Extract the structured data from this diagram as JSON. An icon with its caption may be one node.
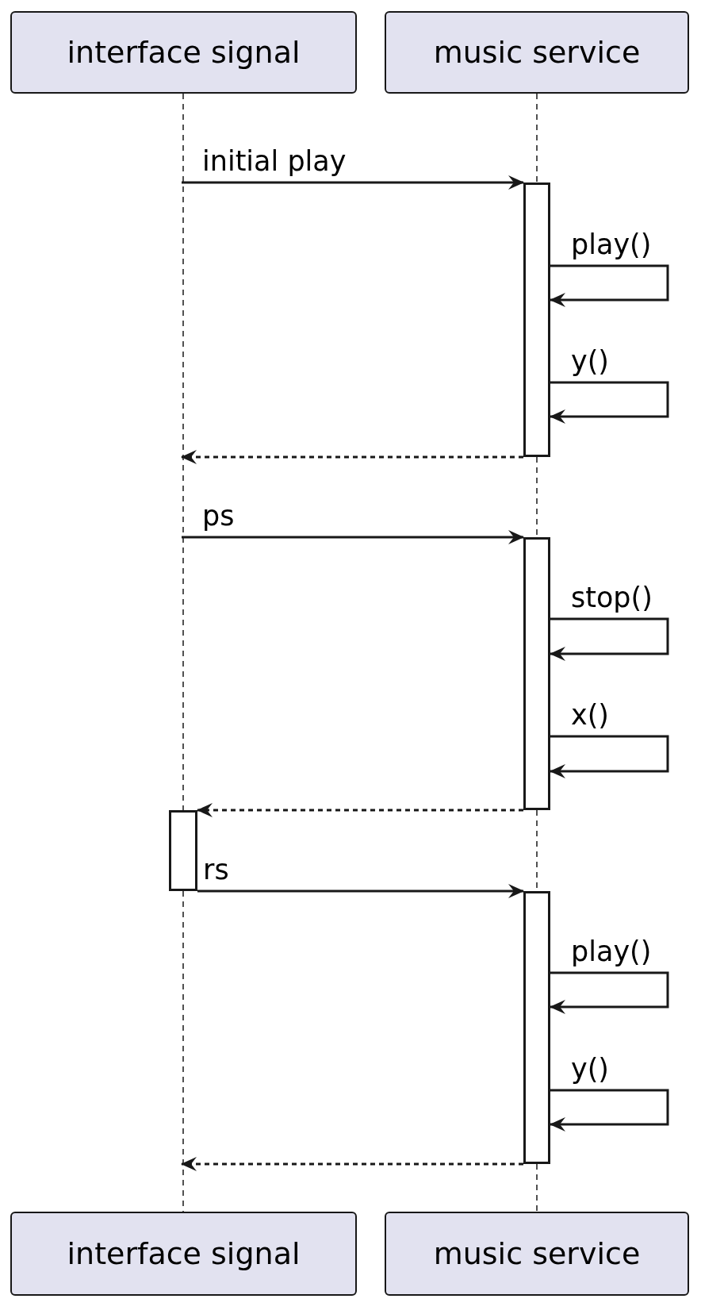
{
  "diagram": {
    "nodes": [
      {
        "text": [
          "interface signal"
        ]
      },
      {
        "text": [
          "music service"
        ]
      },
      {
        "text": [
          "interface signal"
        ]
      },
      {
        "text": [
          "music service"
        ]
      },
      {
        "text": [],
        "shape": "bar"
      },
      {
        "text": [],
        "shape": "bar"
      },
      {
        "text": [],
        "shape": "bar"
      },
      {
        "text": [],
        "shape": "bar"
      }
    ],
    "edges": [
      {
        "from": 0,
        "to": 6,
        "arrow": "none",
        "style": "dashed"
      },
      {
        "from": 6,
        "to": 2,
        "arrow": "none",
        "style": "dashed"
      },
      {
        "from": 1,
        "to": 4,
        "arrow": "none",
        "style": "dashed"
      },
      {
        "from": 4,
        "to": 5,
        "arrow": "none",
        "style": "dashed"
      },
      {
        "from": 5,
        "to": 7,
        "arrow": "none",
        "style": "dashed"
      },
      {
        "from": 7,
        "to": 3,
        "arrow": "none",
        "style": "dashed"
      },
      {
        "from": null,
        "to": 4,
        "arrow": "to",
        "label": "initial play"
      },
      {
        "from": 4,
        "to": 4,
        "arrow": "to",
        "label": "play()"
      },
      {
        "from": 4,
        "to": 4,
        "arrow": "to",
        "label": "y()"
      },
      {
        "from": 4,
        "to": null,
        "arrow": "to",
        "style": "dashed"
      },
      {
        "from": null,
        "to": 5,
        "arrow": "to",
        "label": "ps"
      },
      {
        "from": 5,
        "to": 5,
        "arrow": "to",
        "label": "stop()"
      },
      {
        "from": 5,
        "to": 5,
        "arrow": "to",
        "label": "x()"
      },
      {
        "from": 5,
        "to": 6,
        "arrow": "to",
        "style": "dashed"
      },
      {
        "from": 6,
        "to": 7,
        "arrow": "to",
        "label": "rs"
      },
      {
        "from": 7,
        "to": 7,
        "arrow": "to",
        "label": "play()"
      },
      {
        "from": 7,
        "to": 7,
        "arrow": "to",
        "label": "y()"
      },
      {
        "from": 7,
        "to": null,
        "arrow": "to",
        "style": "dashed"
      }
    ]
  }
}
